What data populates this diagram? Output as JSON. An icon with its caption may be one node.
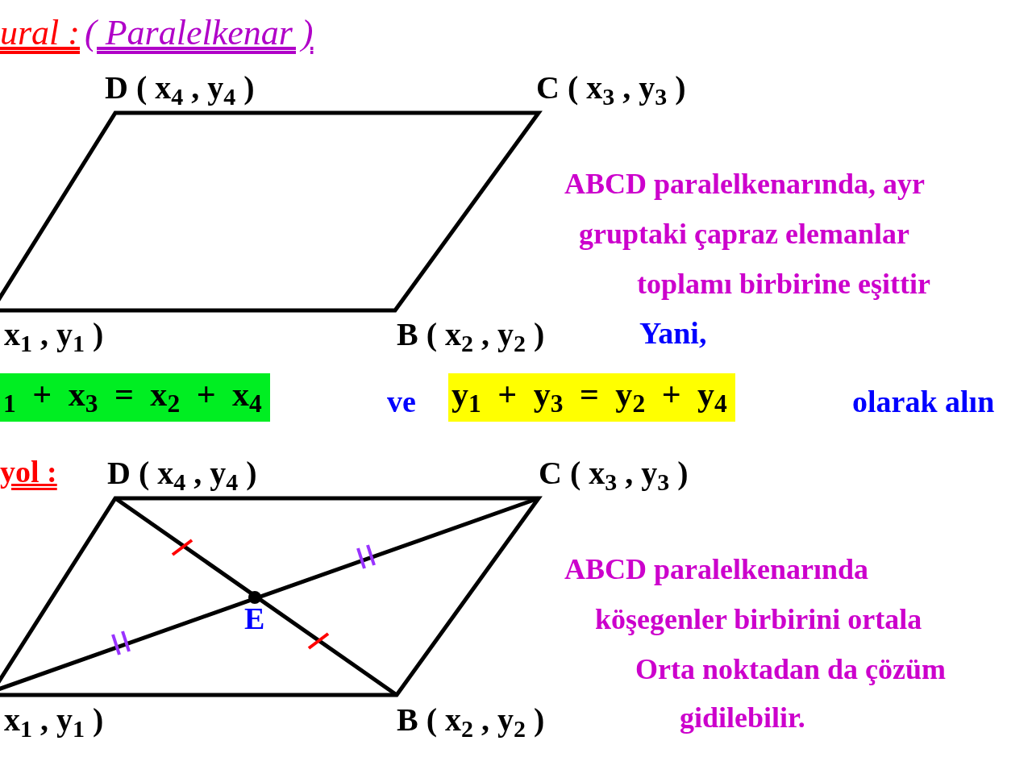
{
  "diagram": {
    "labels": [
      "ural :",
      "( Paralelkenar )",
      "D ( x$_{4}$ , y$_{4}$ )",
      "C ( x$_{3}$ , y$_{3}$ )",
      "ABCD  paralelkenarında, ayr",
      "gruptaki çapraz elemanlar",
      "toplamı birbirine eşittir",
      "x$_{1}$ , y$_{1}$ )",
      "B ( x$_{2}$ , y$_{2}$ )",
      "Yani,",
      "$_{1}$ + x$_{3}$ = x$_{2}$ + x$_{4}$",
      "ve",
      "y$_{1}$ + y$_{3}$ = y$_{2}$ + y$_{4}$",
      "olarak alın",
      "yol :",
      "D ( x$_{4}$ , y$_{4}$ )",
      "C ( x$_{3}$ , y$_{3}$ )",
      "E",
      "ABCD  paralelkenarında",
      "köşegenler birbirini ortala",
      "Orta noktadan da çözüm",
      "x$_{1}$ , y$_{1}$ )",
      "B ( x$_{2}$ , y$_{2}$ )",
      "gidilebilir."
    ]
  }
}
